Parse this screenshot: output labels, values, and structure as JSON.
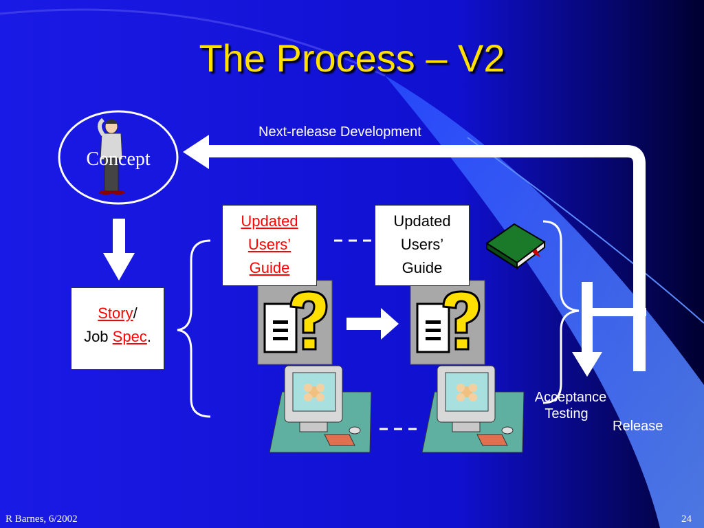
{
  "slide": {
    "title": "The Process – V2",
    "colors": {
      "background_top": "#1f1fe0",
      "background_bottom": "#0000b8",
      "title": "#ffe000",
      "link": "#ff0000",
      "swoosh": "#3b6fff"
    }
  },
  "diagram": {
    "concept_label": "Concept",
    "next_release_label": "Next-release Development",
    "doc_updated_left": {
      "line1": "Updated",
      "line2": "Users’",
      "line3": "Guide"
    },
    "doc_updated_right": {
      "line1": "Updated",
      "line2": "Users’",
      "line3": "Guide"
    },
    "story_doc": {
      "story": "Story",
      "slash": "/",
      "job": "Job ",
      "spec": "Spec",
      "period": "."
    },
    "acceptance_line1": "Acceptance",
    "acceptance_line2": "Testing",
    "release_label": "Release",
    "icons": [
      "thinking-person-icon",
      "help-document-icon",
      "computer-icon",
      "book-icon"
    ]
  },
  "footer": {
    "author": "R Barnes, 6/2002",
    "page_number": "24"
  }
}
